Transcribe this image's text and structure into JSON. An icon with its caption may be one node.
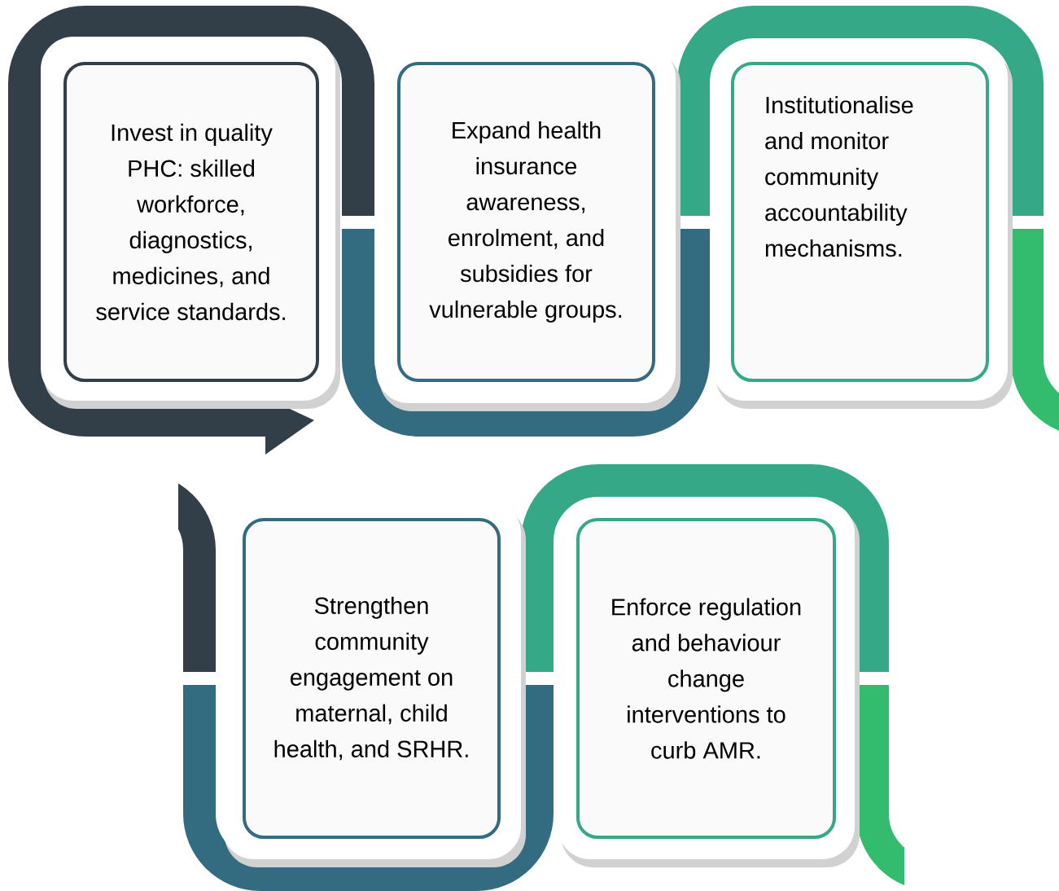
{
  "diagram": {
    "nodes": [
      {
        "text": [
          "Invest in quality PHC: skilled workforce, diagnostics, medicines, and service standards."
        ]
      },
      {
        "text": [
          "Expand health insurance awareness, enrolment, and subsidies for vulnerable groups."
        ]
      },
      {
        "text": [
          "Institutionalise and monitor community accountability mechanisms."
        ]
      },
      {
        "text": [
          "Strengthen community engagement on maternal, child health, and SRHR."
        ]
      },
      {
        "text": [
          "Enforce regulation and behaviour change interventions to curb AMR."
        ]
      }
    ]
  }
}
